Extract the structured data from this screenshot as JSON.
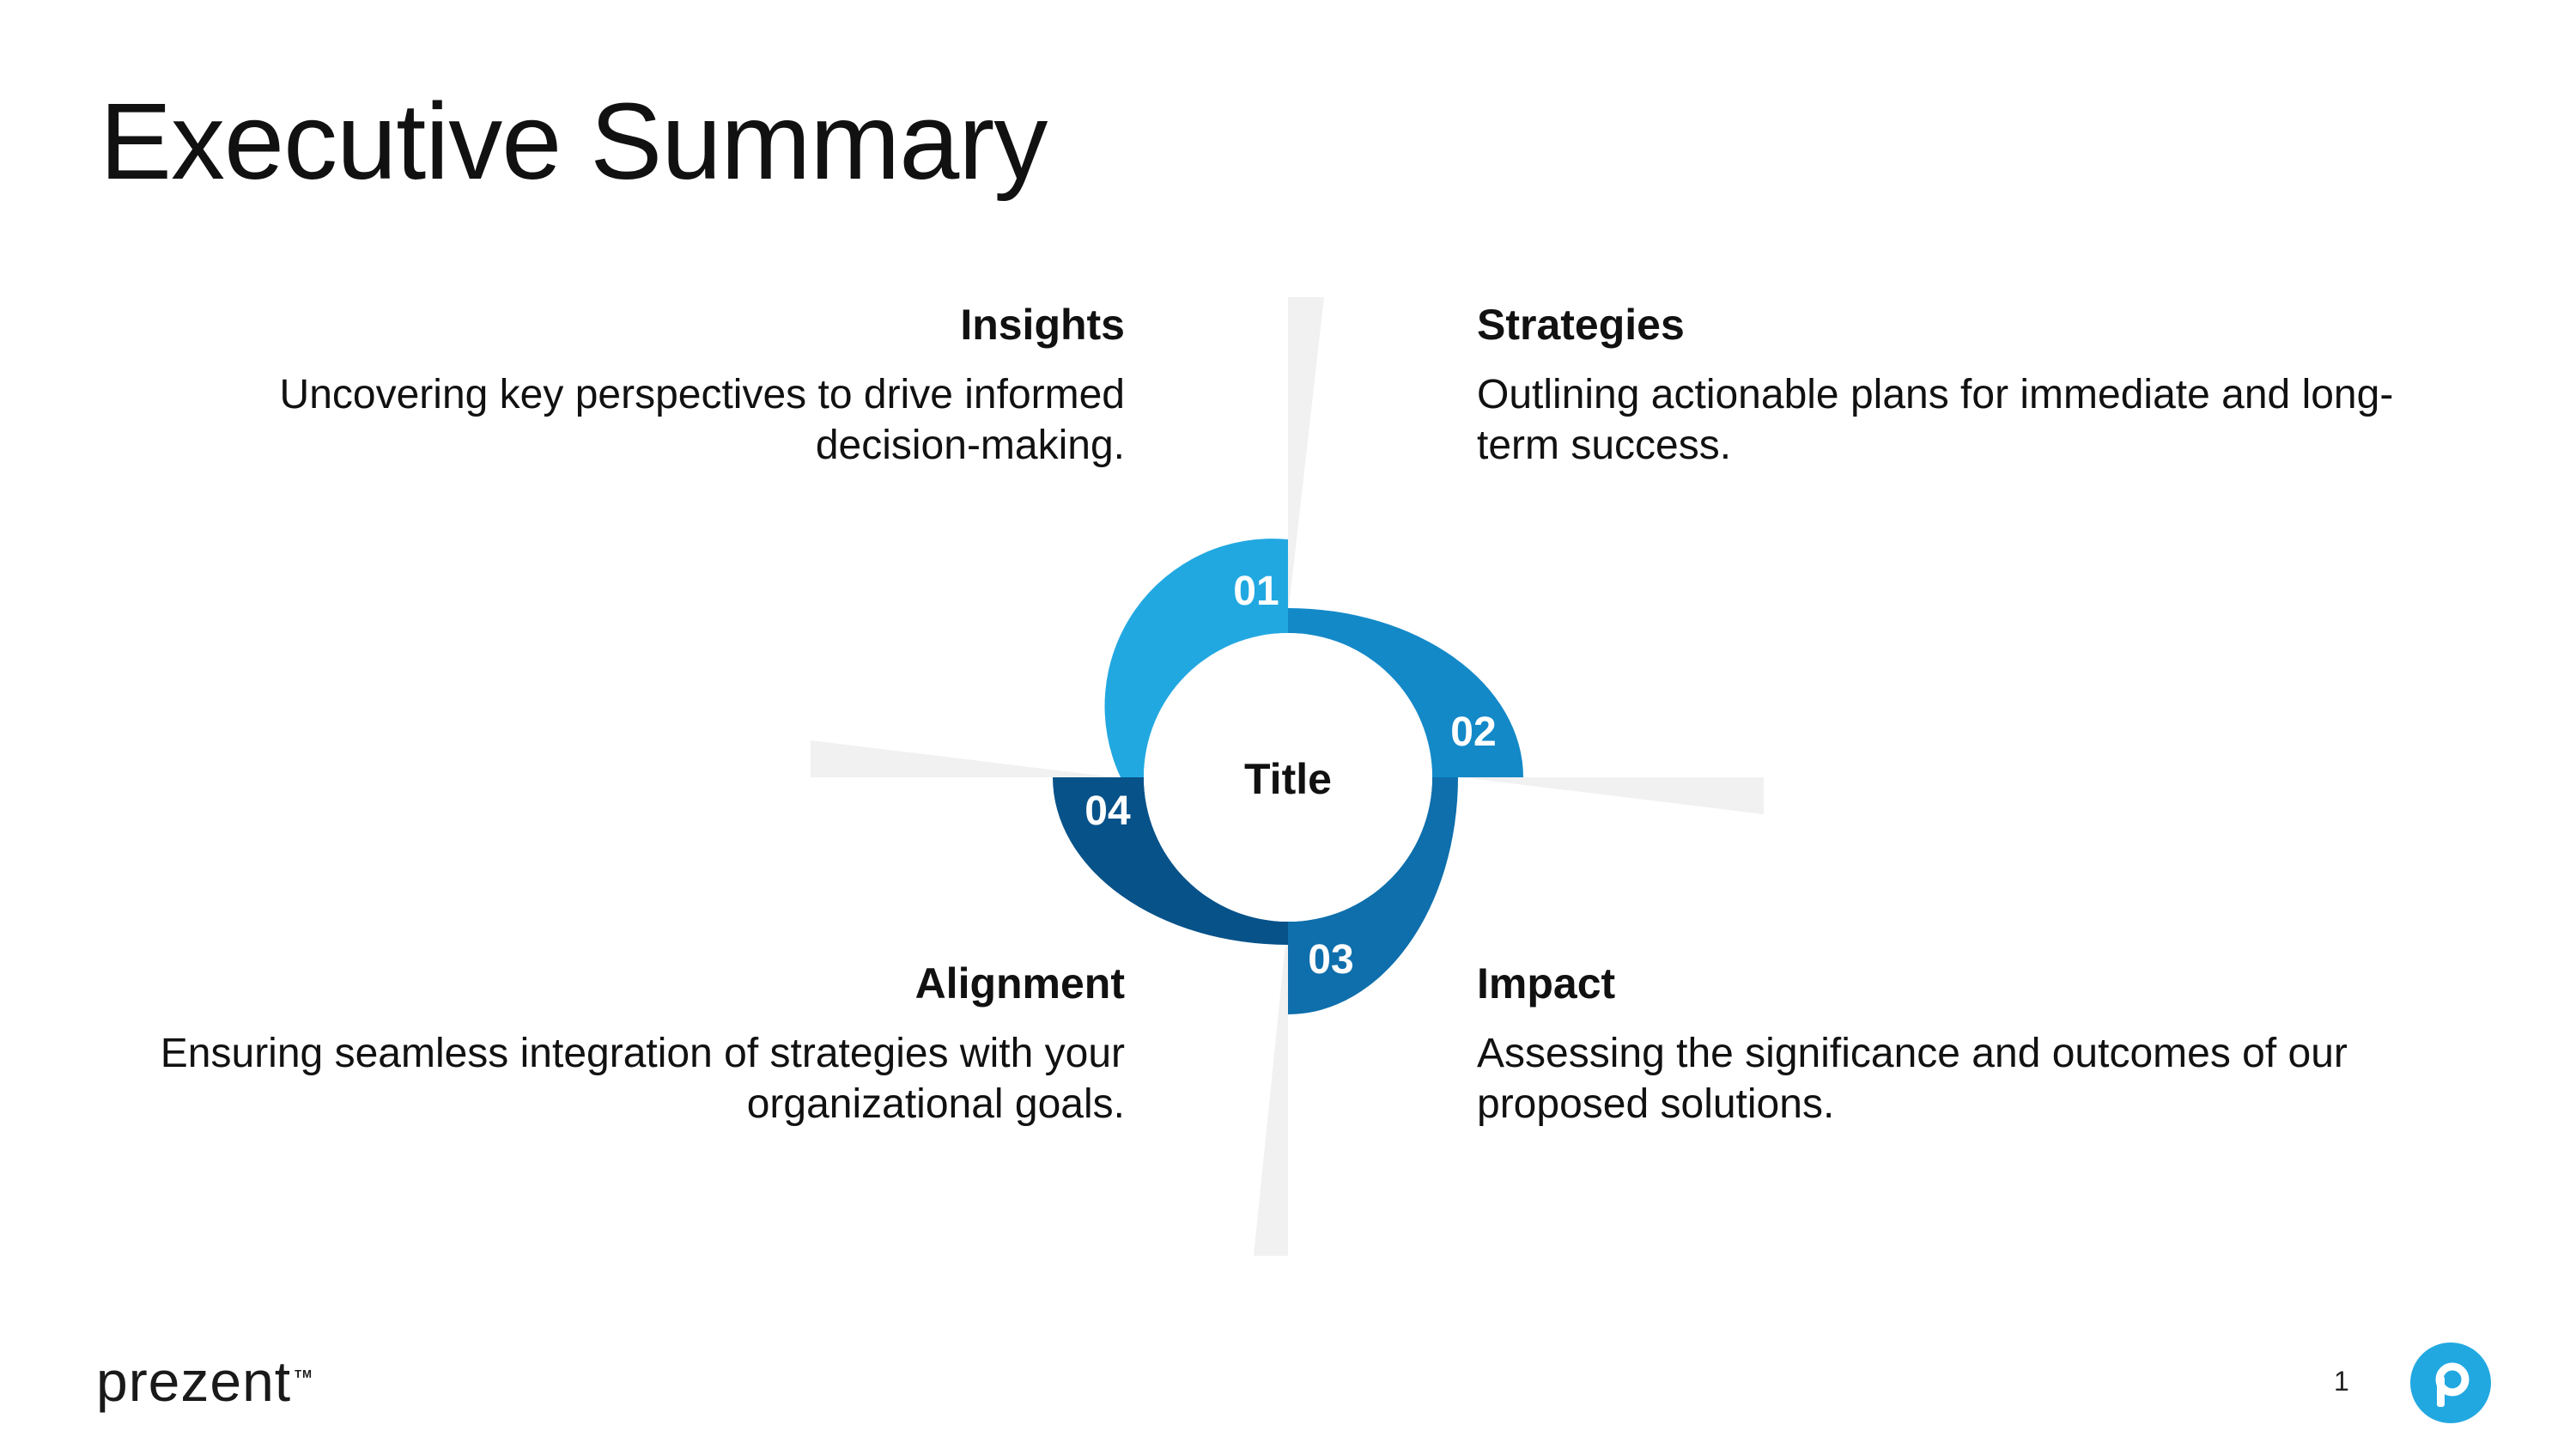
{
  "page": {
    "title": "Executive Summary",
    "page_number": "1",
    "brand": "prezent",
    "brand_mark": "TM"
  },
  "diagram": {
    "center_label": "Title",
    "colors": {
      "segment_01": "#22A8E1",
      "segment_02": "#1489C8",
      "segment_03": "#0E6FAC",
      "segment_04": "#075289",
      "ray": "#F1F1F1",
      "badge": "#22A8E1"
    },
    "items": [
      {
        "number": "01",
        "heading": "Insights",
        "text": "Uncovering key perspectives to drive informed decision-making."
      },
      {
        "number": "02",
        "heading": "Strategies",
        "text": "Outlining actionable plans for immediate and long-term success."
      },
      {
        "number": "03",
        "heading": "Impact",
        "text": "Assessing the significance and outcomes of our proposed solutions."
      },
      {
        "number": "04",
        "heading": "Alignment",
        "text": "Ensuring seamless integration of strategies with your organizational goals."
      }
    ]
  }
}
